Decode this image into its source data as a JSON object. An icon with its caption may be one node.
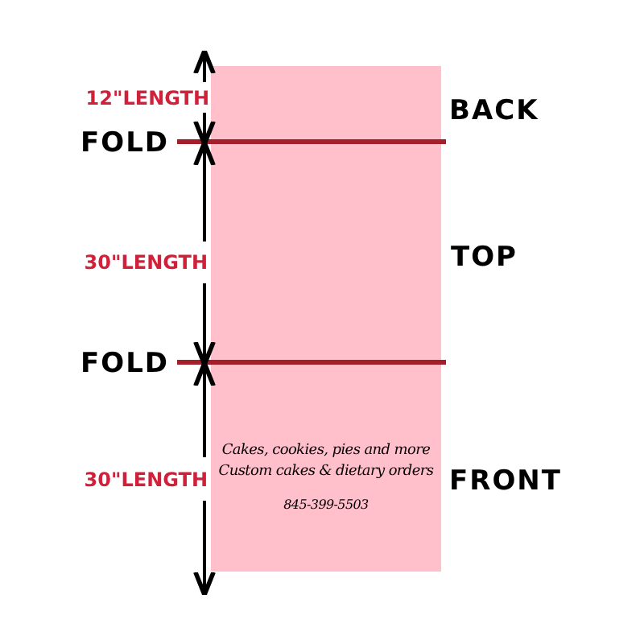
{
  "diagram": {
    "nodes": [
      {
        "text": [
          "Cakes, cookies, pies and more",
          "Custom cakes & dietary orders",
          "845-399-5503"
        ]
      }
    ],
    "labels": [
      "12\"LENGTH",
      "FOLD",
      "BACK",
      "30\"LENGTH",
      "TOP",
      "FOLD",
      "30\"LENGTH",
      "FRONT"
    ]
  }
}
